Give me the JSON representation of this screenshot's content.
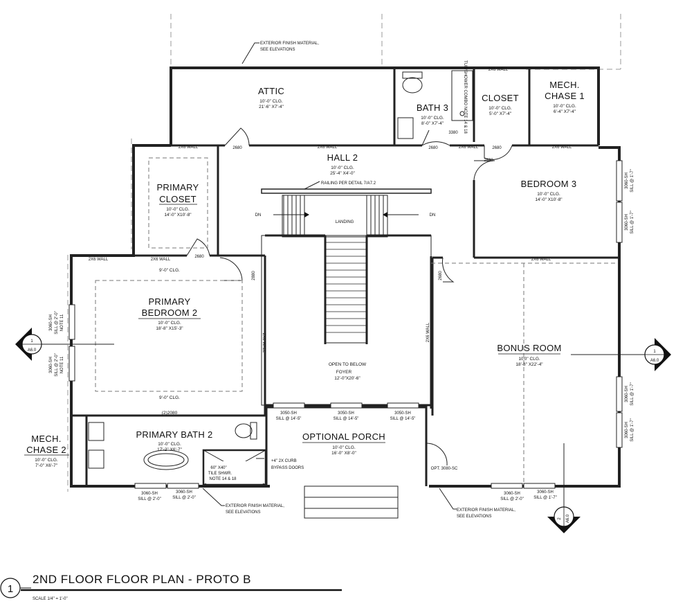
{
  "title": {
    "number": "1",
    "name": "2ND FLOOR FLOOR PLAN - PROTO B",
    "scale": "SCALE 1/4\" = 1'-0\""
  },
  "rooms": {
    "attic": {
      "name": "ATTIC",
      "clg": "10'-0\" CLG.",
      "size": "21'-6\" X7'-4\""
    },
    "bath3": {
      "name": "BATH 3",
      "clg": "10'-0\" CLG.",
      "size": "8'-0\" X7'-4\""
    },
    "closet": {
      "name": "CLOSET",
      "clg": "10'-0\" CLG.",
      "size": "5'-0\" X7'-4\""
    },
    "mech1": {
      "name1": "MECH.",
      "name2": "CHASE 1",
      "clg": "10'-0\" CLG.",
      "size": "6'-4\" X7'-4\""
    },
    "hall2": {
      "name": "HALL 2",
      "clg": "10'-0\" CLG.",
      "size": "25'-4\" X4'-0\""
    },
    "primary_closet": {
      "name1": "PRIMARY",
      "name2": "CLOSET",
      "clg": "10'-0\" CLG.",
      "size": "14'-0\" X10'-8\""
    },
    "bedroom3": {
      "name": "BEDROOM 3",
      "clg": "10'-0\" CLG.",
      "size": "14'-0\" X10'-8\""
    },
    "primary_bedroom2": {
      "name1": "PRIMARY",
      "name2": "BEDROOM 2",
      "clg": "10'-0\" CLG.",
      "size": "18'-8\" X15'-3\"",
      "clg_top": "9'-0\" CLG.",
      "clg_bottom": "9'-0\" CLG."
    },
    "foyer": {
      "open": "OPEN TO BELOW",
      "name": "FOYER",
      "size": "12'-0\"X20'-6\""
    },
    "bonus": {
      "name": "BONUS ROOM",
      "clg": "10'0\" CLG.",
      "size": "18'-8\" X22'-4\""
    },
    "mech2": {
      "name1": "MECH.",
      "name2": "CHASE 2",
      "clg": "10'-0\" CLG.",
      "size": "7'-0\" X6'-7\""
    },
    "primary_bath2": {
      "name": "PRIMARY BATH 2",
      "clg": "10'-0\" CLG.",
      "size": "17'-2\" X6'-7\"",
      "doors": "(2)2080"
    },
    "optional_porch": {
      "name": "OPTIONAL PORCH",
      "clg": "10'-0\" CLG.",
      "size": "16'-0\" X8'-0\""
    }
  },
  "walls": {
    "w2x6": "2X6 WALL"
  },
  "doors": {
    "d2680": "2680",
    "d2880": "2880",
    "d3380": "3380"
  },
  "stairs": {
    "dn": "DN",
    "landing": "LANDING",
    "railing": "RAILING PER DETAIL 7/A7.2"
  },
  "windows": {
    "w3060": "3060-SH",
    "w3050": "3050-SH",
    "sill_200": "SILL @ 2'-0\"",
    "sill_145": "SILL @ 14'-5\"",
    "sill_17": "SILL @ 1'-7\"",
    "note11": "NOTE 11",
    "opt_door": "OPT. 3080-SC"
  },
  "shower": {
    "tub": "TUB/SHOWER COMBO NOTE 14 & 18",
    "tile1": "60\" X40\"",
    "tile2": "TILE SHWR.",
    "tile3": "NOTE 14 & 18",
    "curb": "+4\" 2X CURB",
    "bypass": "BYPASS DOORS"
  },
  "notes": {
    "ext1": "EXTERIOR FINISH MATERIAL,",
    "ext2": "SEE ELEVATIONS"
  },
  "markers": {
    "sec1_num": "1",
    "sec1_ref": "A6.0",
    "sec2_num": "2",
    "sec2_ref": "A6.0"
  }
}
